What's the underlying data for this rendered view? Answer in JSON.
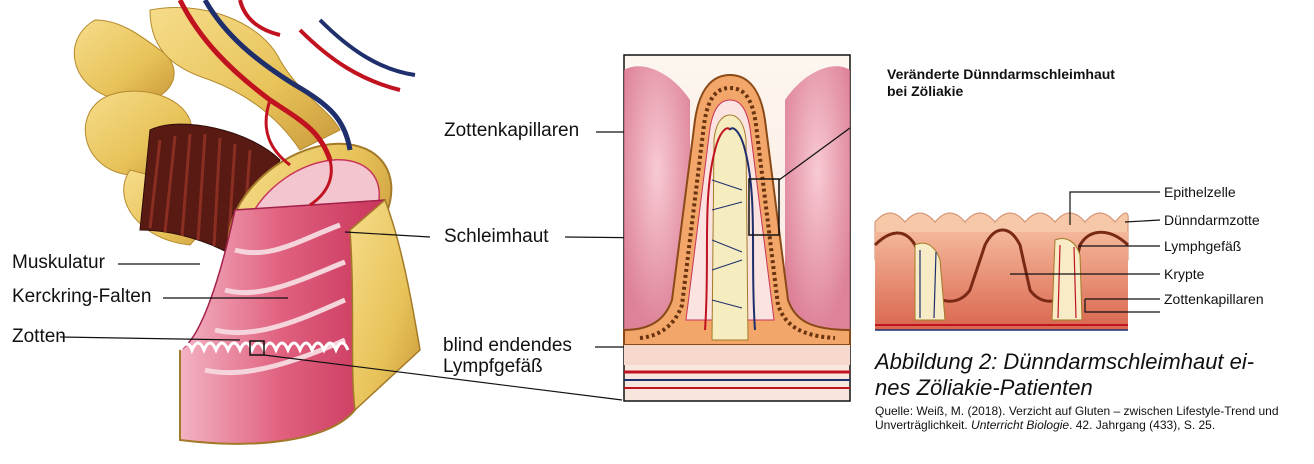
{
  "left_figure": {
    "labels": {
      "muskulatur": "Muskulatur",
      "kerckring": "Kerckring-Falten",
      "zotten": "Zotten",
      "zottenkapillaren": "Zottenkapillaren",
      "schleimhaut": "Schleimhaut",
      "lymph_line1": "blind endendes",
      "lymph_line2": "Lympfgefäß"
    }
  },
  "right_figure": {
    "title_line1": "Veränderte Dünndarmschleimhaut",
    "title_line2": "bei Zöliakie",
    "labels": {
      "epithelzelle": "Epithelzelle",
      "duenndarmzotte": "Dünndarmzotte",
      "lymphgefaess": "Lymphgefäß",
      "krypte": "Krypte",
      "zottenkapillaren": "Zottenkapillaren"
    },
    "caption_line1": "Abbildung 2: Dünndarmschleimhaut ei-",
    "caption_line2": "nes Zöliakie-Patienten",
    "source_prefix": "Quelle: Weiß, M. (2018). Verzicht auf Gluten – zwischen Lifestyle-Trend und Unverträglichkeit. ",
    "source_journal": "Unterricht Biologie",
    "source_suffix": ". 42. Jahrgang (433), S. 25."
  },
  "colors": {
    "mucosa_pink": "#e0607e",
    "vessel_red": "#c1121f",
    "vessel_blue": "#1f2f6b",
    "intestine_yellow": "#e8c766",
    "muscle_brown": "#5a1a14",
    "lymph_cream": "#f5ecc0"
  }
}
